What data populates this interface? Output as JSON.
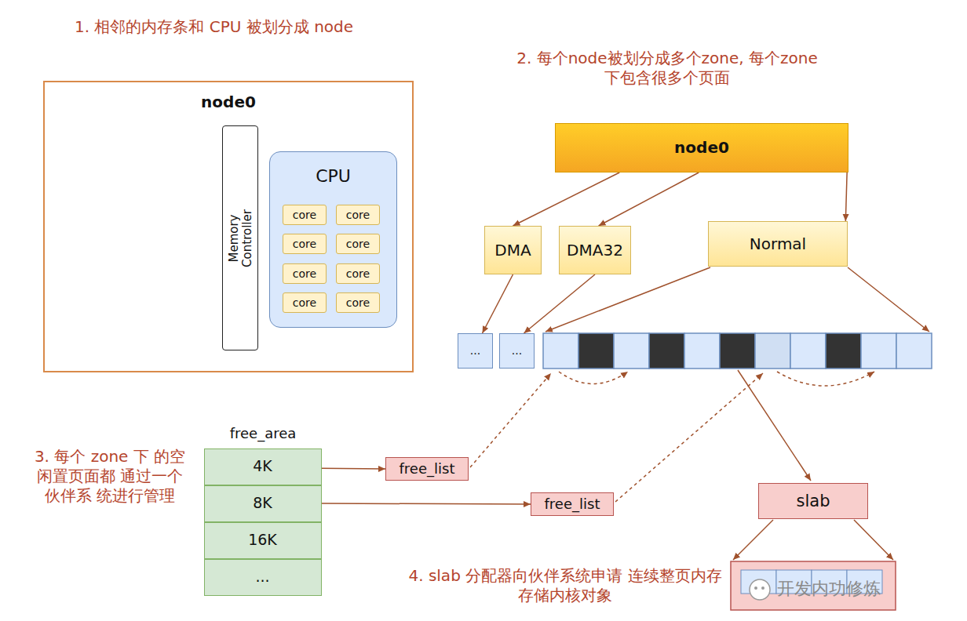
{
  "diagram": {
    "nodes": [
      {
        "text": [
          "node0"
        ]
      },
      {
        "text": [
          "Memory Controller"
        ],
        "in": 0
      },
      {
        "text": [
          "CPU"
        ],
        "in": 0
      },
      {
        "text": [
          "core"
        ],
        "in": 2
      },
      {
        "text": [
          "core"
        ],
        "in": 2
      },
      {
        "text": [
          "core"
        ],
        "in": 2
      },
      {
        "text": [
          "core"
        ],
        "in": 2
      },
      {
        "text": [
          "core"
        ],
        "in": 2
      },
      {
        "text": [
          "core"
        ],
        "in": 2
      },
      {
        "text": [
          "core"
        ],
        "in": 2
      },
      {
        "text": [
          "core"
        ],
        "in": 2
      },
      {
        "text": [
          "node0"
        ]
      },
      {
        "text": [
          "DMA"
        ]
      },
      {
        "text": [
          "DMA32"
        ]
      },
      {
        "text": [
          "Normal"
        ]
      },
      {
        "text": [
          "..."
        ]
      },
      {
        "text": [
          "..."
        ]
      },
      {
        "text": [
          "free_area"
        ]
      },
      {
        "text": [
          "4K"
        ],
        "in": 17
      },
      {
        "text": [
          "8K"
        ],
        "in": 17
      },
      {
        "text": [
          "16K"
        ],
        "in": 17
      },
      {
        "text": [
          "..."
        ],
        "in": 17
      },
      {
        "text": [
          "free_list"
        ]
      },
      {
        "text": [
          "free_list"
        ]
      },
      {
        "text": [
          "slab"
        ]
      }
    ],
    "edges": [
      {
        "from": 11,
        "to": 12,
        "arrow": "to"
      },
      {
        "from": 11,
        "to": 13,
        "arrow": "to"
      },
      {
        "from": 11,
        "to": 14,
        "arrow": "to"
      },
      {
        "from": 12,
        "to": 15,
        "arrow": "to"
      },
      {
        "from": 13,
        "to": 16,
        "arrow": "to"
      },
      {
        "from": 18,
        "to": 22,
        "arrow": "to"
      },
      {
        "from": 19,
        "to": 23,
        "arrow": "to"
      }
    ],
    "labels": [
      "1. 相邻的内存条和 CPU 被划分成 node",
      "2. 每个node被划分成多个zone, 每个zone下包含很多个页面",
      "3. 每个 zone 下 的空闲置页面都 通过一个伙伴系 统进行管理",
      "4. slab 分配器向伙伴系统申请 连续整页内存存储内核对象",
      "开发内功修炼"
    ]
  }
}
